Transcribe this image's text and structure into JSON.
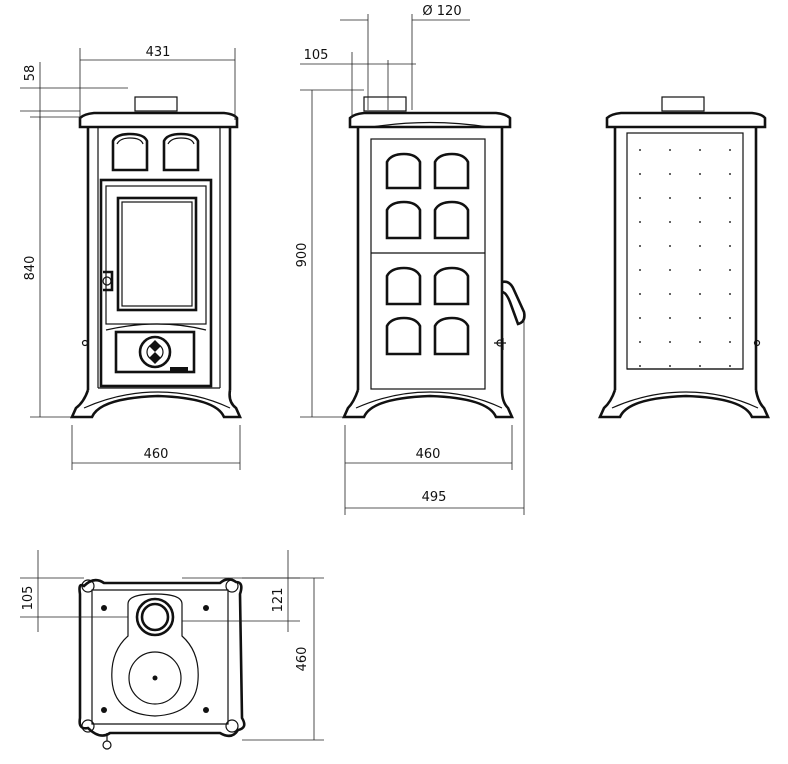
{
  "dimensions": {
    "front_top_width": "431",
    "front_top_height": "58",
    "front_height": "840",
    "front_base_width": "460",
    "flue_diameter": "Ø 120",
    "flue_offset": "105",
    "side_height": "900",
    "side_base_width": "460",
    "side_total_depth": "495",
    "plan_flue_offset": "105",
    "plan_flue_center": "121",
    "plan_depth": "460"
  },
  "colors": {
    "line": "#111111",
    "background": "#ffffff"
  }
}
